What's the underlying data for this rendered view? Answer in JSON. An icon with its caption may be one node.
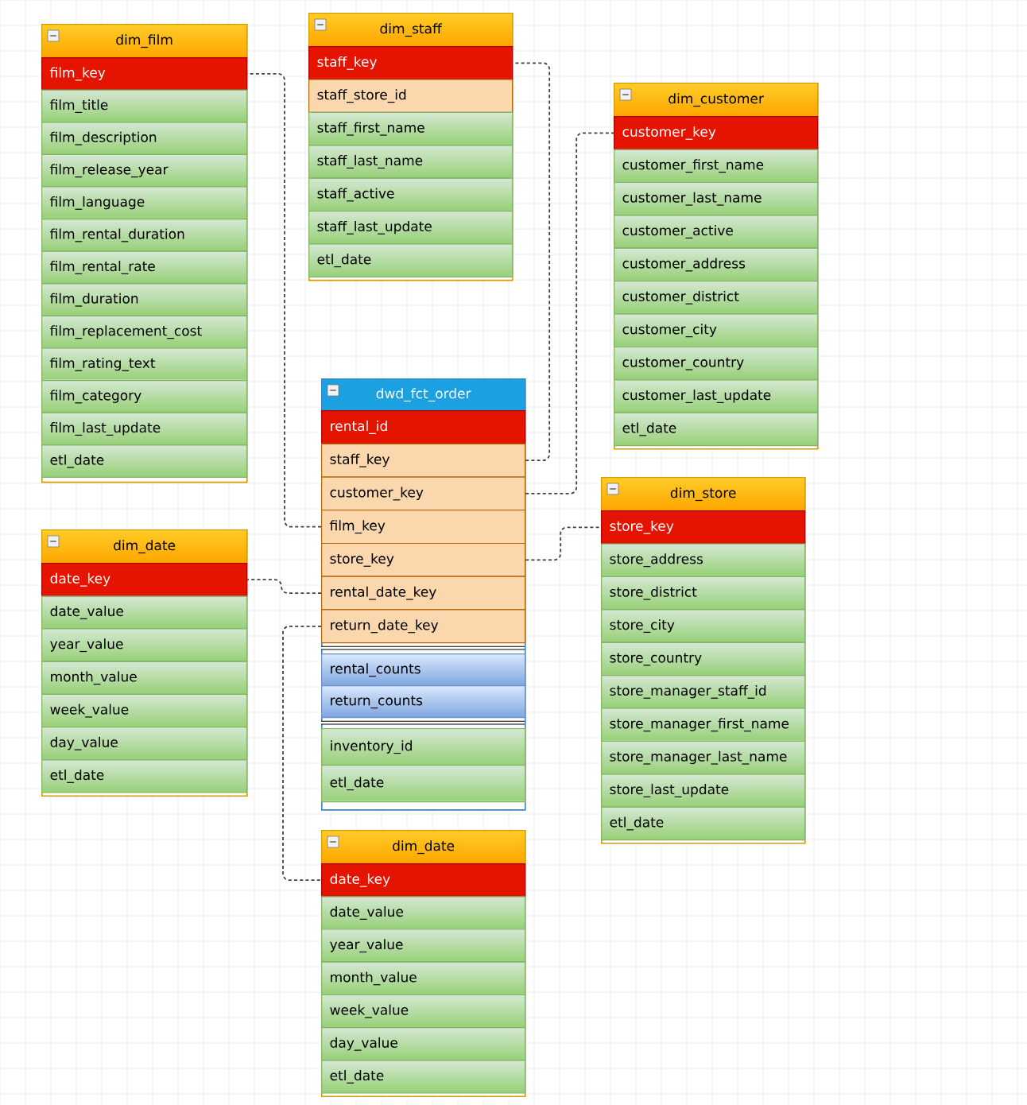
{
  "diagram": {
    "nodes": [
      {
        "text": [],
        "shape": "box"
      },
      {
        "text": [
          "dim_film"
        ],
        "in": 0
      },
      {
        "text": [
          "film_key"
        ],
        "in": 0
      },
      {
        "text": [
          "film_title"
        ],
        "in": 0
      },
      {
        "text": [
          "film_description"
        ],
        "in": 0
      },
      {
        "text": [
          "film_release_year"
        ],
        "in": 0
      },
      {
        "text": [
          "film_language"
        ],
        "in": 0
      },
      {
        "text": [
          "film_rental_duration"
        ],
        "in": 0
      },
      {
        "text": [
          "film_rental_rate"
        ],
        "in": 0
      },
      {
        "text": [
          "film_duration"
        ],
        "in": 0
      },
      {
        "text": [
          "film_replacement_cost"
        ],
        "in": 0
      },
      {
        "text": [
          "film_rating_text"
        ],
        "in": 0
      },
      {
        "text": [
          "film_category"
        ],
        "in": 0
      },
      {
        "text": [
          "film_last_update"
        ],
        "in": 0
      },
      {
        "text": [
          "etl_date"
        ],
        "in": 0
      },
      {
        "text": [],
        "shape": "box"
      },
      {
        "text": [
          "dim_staff"
        ],
        "in": 15
      },
      {
        "text": [
          "staff_key"
        ],
        "in": 15
      },
      {
        "text": [
          "staff_store_id"
        ],
        "in": 15
      },
      {
        "text": [
          "staff_first_name"
        ],
        "in": 15
      },
      {
        "text": [
          "staff_last_name"
        ],
        "in": 15
      },
      {
        "text": [
          "staff_active"
        ],
        "in": 15
      },
      {
        "text": [
          "staff_last_update"
        ],
        "in": 15
      },
      {
        "text": [
          "etl_date"
        ],
        "in": 15
      },
      {
        "text": [],
        "shape": "box"
      },
      {
        "text": [
          "dim_customer"
        ],
        "in": 24
      },
      {
        "text": [
          "customer_key"
        ],
        "in": 24
      },
      {
        "text": [
          "customer_first_name"
        ],
        "in": 24
      },
      {
        "text": [
          "customer_last_name"
        ],
        "in": 24
      },
      {
        "text": [
          "customer_active"
        ],
        "in": 24
      },
      {
        "text": [
          "customer_address"
        ],
        "in": 24
      },
      {
        "text": [
          "customer_district"
        ],
        "in": 24
      },
      {
        "text": [
          "customer_city"
        ],
        "in": 24
      },
      {
        "text": [
          "customer_country"
        ],
        "in": 24
      },
      {
        "text": [
          "customer_last_update"
        ],
        "in": 24
      },
      {
        "text": [
          "etl_date"
        ],
        "in": 24
      },
      {
        "text": [],
        "shape": "box"
      },
      {
        "text": [
          "dwd_fct_order"
        ],
        "in": 36
      },
      {
        "text": [
          "rental_id"
        ],
        "in": 36
      },
      {
        "text": [
          "staff_key"
        ],
        "in": 36
      },
      {
        "text": [
          "customer_key"
        ],
        "in": 36
      },
      {
        "text": [
          "film_key"
        ],
        "in": 36
      },
      {
        "text": [
          "store_key"
        ],
        "in": 36
      },
      {
        "text": [
          "rental_date_key"
        ],
        "in": 36
      },
      {
        "text": [
          "return_date_key"
        ],
        "in": 36
      },
      {
        "text": [
          "rental_counts"
        ],
        "in": 36
      },
      {
        "text": [
          "return_counts"
        ],
        "in": 36
      },
      {
        "text": [
          "inventory_id"
        ],
        "in": 36
      },
      {
        "text": [
          "etl_date"
        ],
        "in": 36
      },
      {
        "text": [],
        "shape": "box"
      },
      {
        "text": [
          "dim_date"
        ],
        "in": 49
      },
      {
        "text": [
          "date_key"
        ],
        "in": 49
      },
      {
        "text": [
          "date_value"
        ],
        "in": 49
      },
      {
        "text": [
          "year_value"
        ],
        "in": 49
      },
      {
        "text": [
          "month_value"
        ],
        "in": 49
      },
      {
        "text": [
          "week_value"
        ],
        "in": 49
      },
      {
        "text": [
          "day_value"
        ],
        "in": 49
      },
      {
        "text": [
          "etl_date"
        ],
        "in": 49
      },
      {
        "text": [],
        "shape": "box"
      },
      {
        "text": [
          "dim_store"
        ],
        "in": 58
      },
      {
        "text": [
          "store_key"
        ],
        "in": 58
      },
      {
        "text": [
          "store_address"
        ],
        "in": 58
      },
      {
        "text": [
          "store_district"
        ],
        "in": 58
      },
      {
        "text": [
          "store_city"
        ],
        "in": 58
      },
      {
        "text": [
          "store_country"
        ],
        "in": 58
      },
      {
        "text": [
          "store_manager_staff_id"
        ],
        "in": 58
      },
      {
        "text": [
          "store_manager_first_name"
        ],
        "in": 58
      },
      {
        "text": [
          "store_manager_last_name"
        ],
        "in": 58
      },
      {
        "text": [
          "store_last_update"
        ],
        "in": 58
      },
      {
        "text": [
          "etl_date"
        ],
        "in": 58
      },
      {
        "text": [],
        "shape": "box"
      },
      {
        "text": [
          "dim_date"
        ],
        "in": 70
      },
      {
        "text": [
          "date_key"
        ],
        "in": 70
      },
      {
        "text": [
          "date_value"
        ],
        "in": 70
      },
      {
        "text": [
          "year_value"
        ],
        "in": 70
      },
      {
        "text": [
          "month_value"
        ],
        "in": 70
      },
      {
        "text": [
          "week_value"
        ],
        "in": 70
      },
      {
        "text": [
          "day_value"
        ],
        "in": 70
      },
      {
        "text": [
          "etl_date"
        ],
        "in": 70
      }
    ],
    "edges": [
      {
        "from": 41,
        "to": 2,
        "arrow": "none",
        "style": "dashed"
      },
      {
        "from": 39,
        "to": 17,
        "arrow": "none",
        "style": "dashed"
      },
      {
        "from": 40,
        "to": 26,
        "arrow": "none",
        "style": "dashed"
      },
      {
        "from": 42,
        "to": 60,
        "arrow": "none",
        "style": "dashed"
      },
      {
        "from": 43,
        "to": 51,
        "arrow": "none",
        "style": "dashed"
      },
      {
        "from": 44,
        "to": 72,
        "arrow": "none",
        "style": "dashed"
      }
    ]
  }
}
